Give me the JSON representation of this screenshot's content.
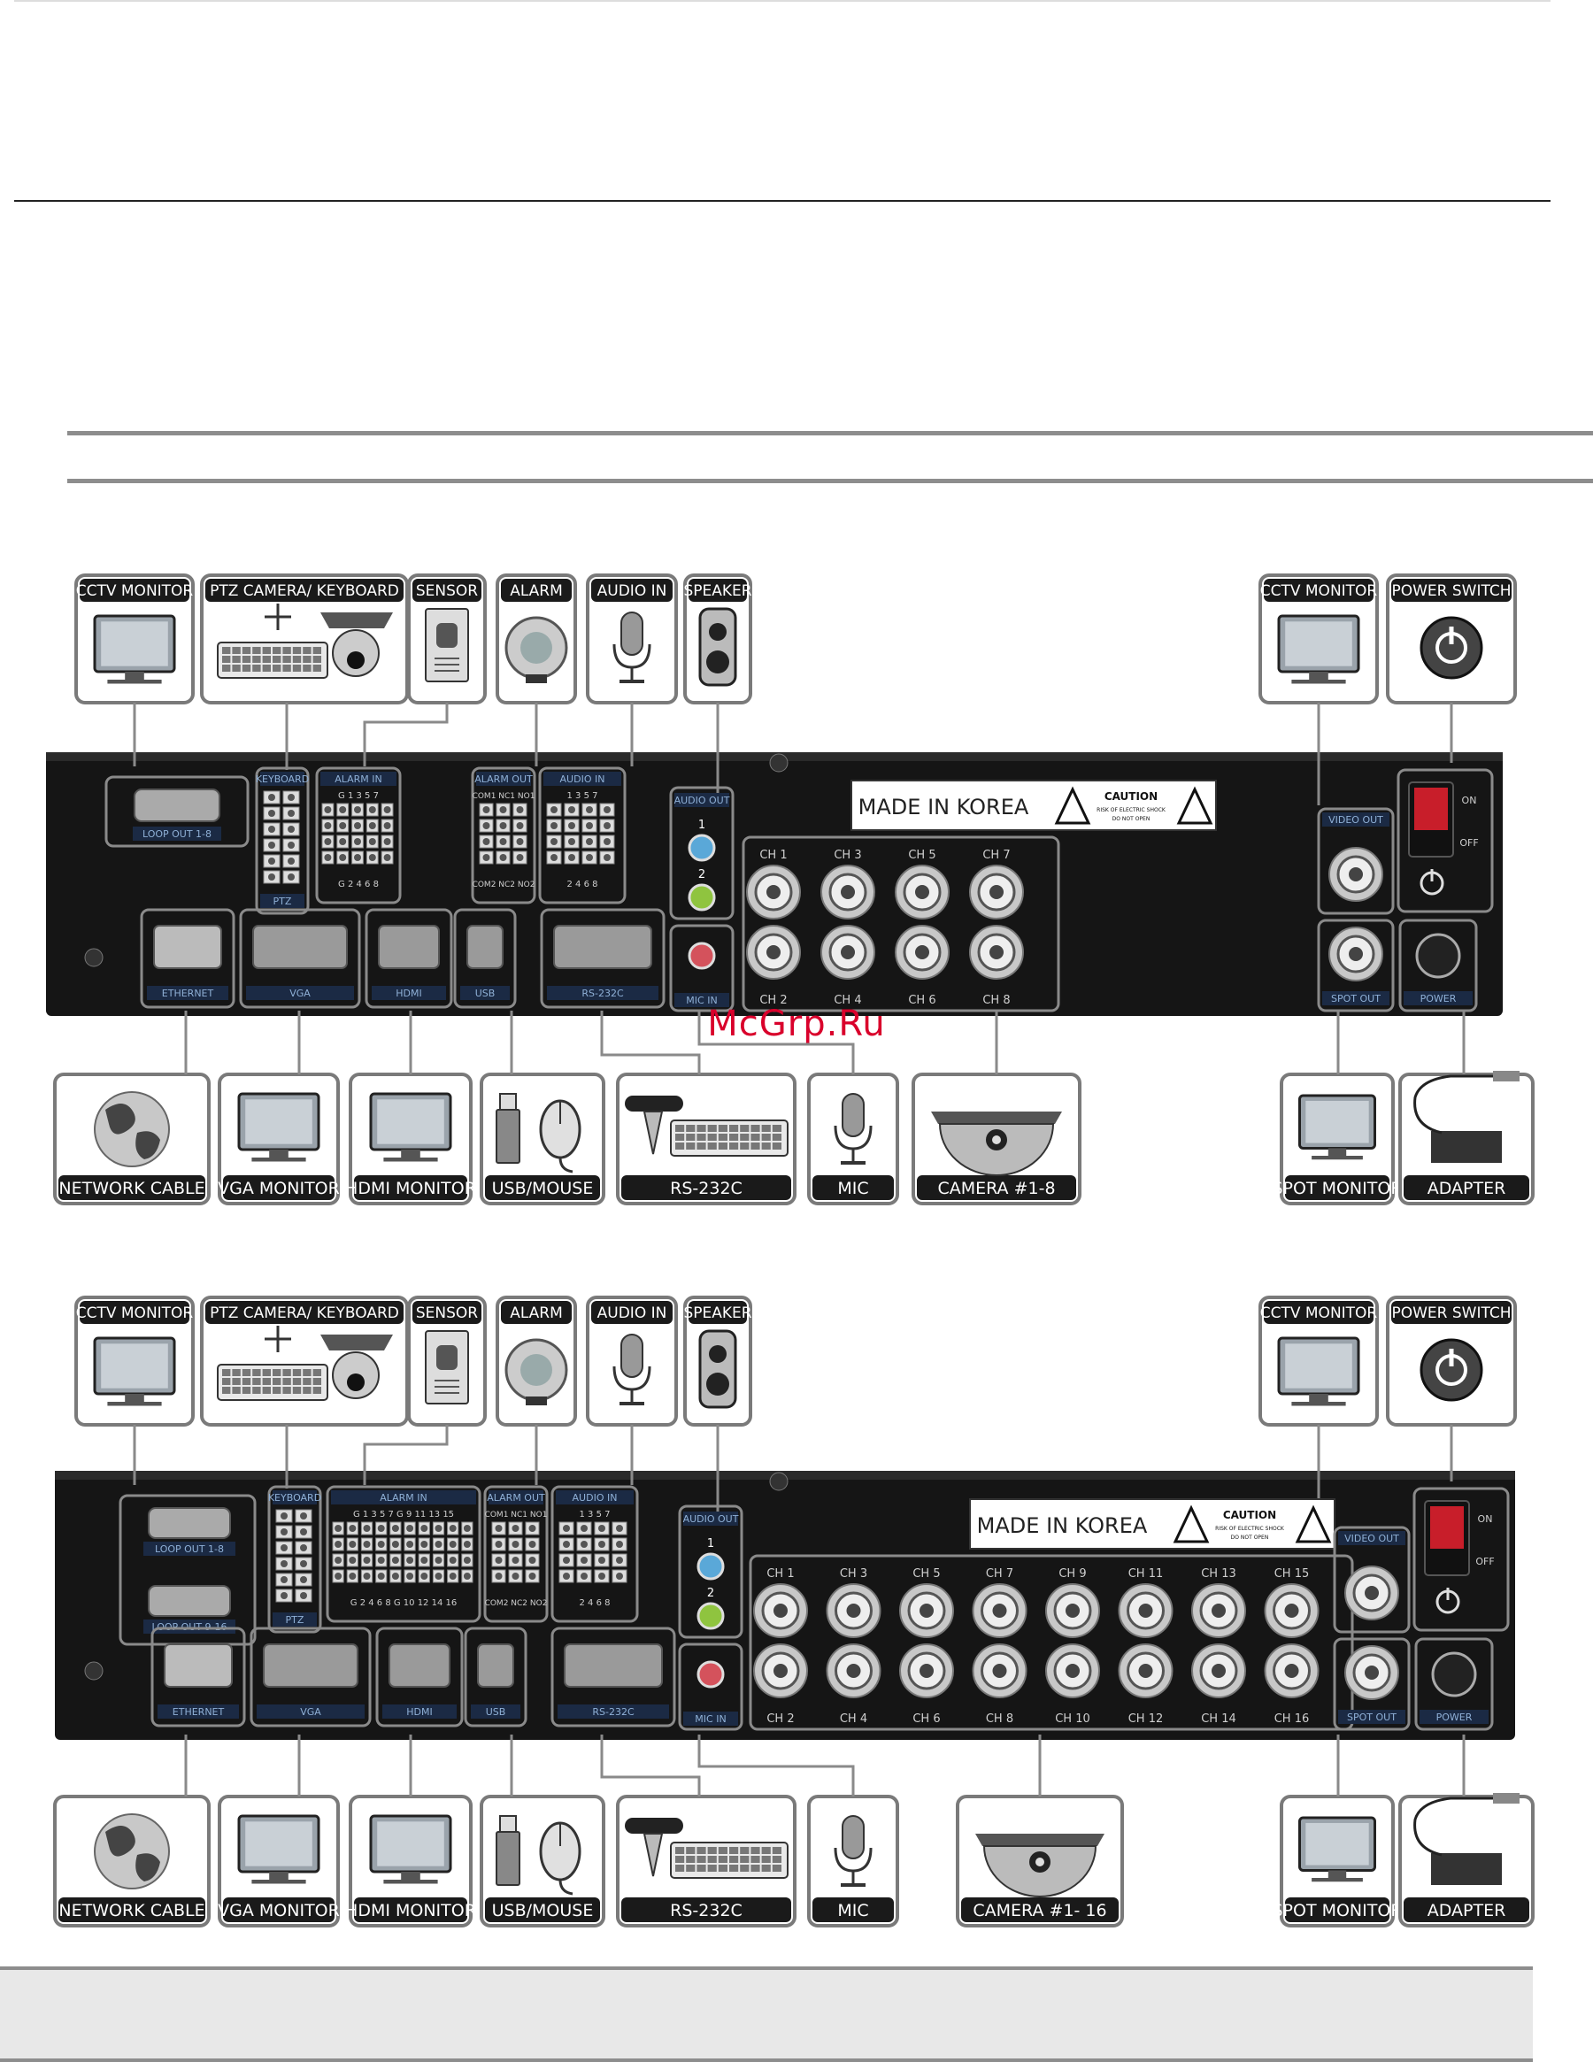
{
  "watermark": "McGrp.Ru",
  "diagrams": [
    {
      "top_devices": [
        "CCTV MONITOR",
        "PTZ CAMERA/ KEYBOARD",
        "SENSOR",
        "ALARM",
        "AUDIO IN",
        "SPEAKER"
      ],
      "top_right_devices": [
        "CCTV MONITOR",
        "POWER SWITCH"
      ],
      "bottom_devices": [
        "NETWORK CABLE",
        "VGA MONITOR",
        "HDMI MONITOR",
        "USB/MOUSE",
        "RS-232C",
        "MIC",
        "CAMERA #1-8"
      ],
      "bottom_right_devices": [
        "SPOT MONITOR",
        "ADAPTER"
      ],
      "panel_labels": {
        "loop_out": [
          "LOOP OUT 1-8"
        ],
        "keyboard": "KEYBOARD",
        "ptz": "PTZ",
        "alarm_in": "ALARM IN",
        "alarm_in_top": "G 1 3 5 7",
        "alarm_in_bottom": "G 2 4 6 8",
        "alarm_out": "ALARM OUT",
        "alarm_out_top": "COM1 NC1 NO1",
        "alarm_out_bottom": "COM2 NC2 NO2",
        "audio_in": "AUDIO IN",
        "audio_in_top": "1 3 5 7",
        "audio_in_bottom": "2 4 6 8",
        "audio_out": "AUDIO OUT",
        "audio_out_1": "1",
        "audio_out_2": "2",
        "mic_in": "MIC IN",
        "ethernet": "ETHERNET",
        "vga": "VGA",
        "hdmi": "HDMI",
        "usb": "USB",
        "rs232c": "RS-232C",
        "made_in": "MADE IN KOREA",
        "caution": "CAUTION",
        "caution_sub1": "RISK OF ELECTRIC SHOCK",
        "caution_sub2": "DO NOT OPEN",
        "channels_top": [
          "CH 1",
          "CH 3",
          "CH 5",
          "CH 7"
        ],
        "channels_bottom": [
          "CH 2",
          "CH 4",
          "CH 6",
          "CH 8"
        ],
        "video_out": "VIDEO OUT",
        "spot_out": "SPOT OUT",
        "power": "POWER",
        "on": "ON",
        "off": "OFF"
      }
    },
    {
      "top_devices": [
        "CCTV MONITOR",
        "PTZ CAMERA/ KEYBOARD",
        "SENSOR",
        "ALARM",
        "AUDIO IN",
        "SPEAKER"
      ],
      "top_right_devices": [
        "CCTV MONITOR",
        "POWER SWITCH"
      ],
      "bottom_devices": [
        "NETWORK CABLE",
        "VGA MONITOR",
        "HDMI MONITOR",
        "USB/MOUSE",
        "RS-232C",
        "MIC",
        "CAMERA #1- 16"
      ],
      "bottom_right_devices": [
        "SPOT MONITOR",
        "ADAPTER"
      ],
      "panel_labels": {
        "loop_out": [
          "LOOP OUT 1-8",
          "LOOP OUT 9-16"
        ],
        "keyboard": "KEYBOARD",
        "ptz": "PTZ",
        "alarm_in": "ALARM IN",
        "alarm_in_top": "G 1 3 5 7 G 9 11 13 15",
        "alarm_in_bottom": "G 2 4 6 8 G 10 12 14 16",
        "alarm_out": "ALARM OUT",
        "alarm_out_top": "COM1 NC1 NO1",
        "alarm_out_bottom": "COM2 NC2 NO2",
        "audio_in": "AUDIO IN",
        "audio_in_top": "1 3 5 7",
        "audio_in_bottom": "2 4 6 8",
        "audio_out": "AUDIO OUT",
        "audio_out_1": "1",
        "audio_out_2": "2",
        "mic_in": "MIC IN",
        "ethernet": "ETHERNET",
        "vga": "VGA",
        "hdmi": "HDMI",
        "usb": "USB",
        "rs232c": "RS-232C",
        "made_in": "MADE IN KOREA",
        "caution": "CAUTION",
        "caution_sub1": "RISK OF ELECTRIC SHOCK",
        "caution_sub2": "DO NOT OPEN",
        "channels_top": [
          "CH 1",
          "CH 3",
          "CH 5",
          "CH 7",
          "CH 9",
          "CH 11",
          "CH 13",
          "CH 15"
        ],
        "channels_bottom": [
          "CH 2",
          "CH 4",
          "CH 6",
          "CH 8",
          "CH 10",
          "CH 12",
          "CH 14",
          "CH 16"
        ],
        "video_out": "VIDEO OUT",
        "spot_out": "SPOT OUT",
        "power": "POWER",
        "on": "ON",
        "off": "OFF"
      }
    }
  ]
}
